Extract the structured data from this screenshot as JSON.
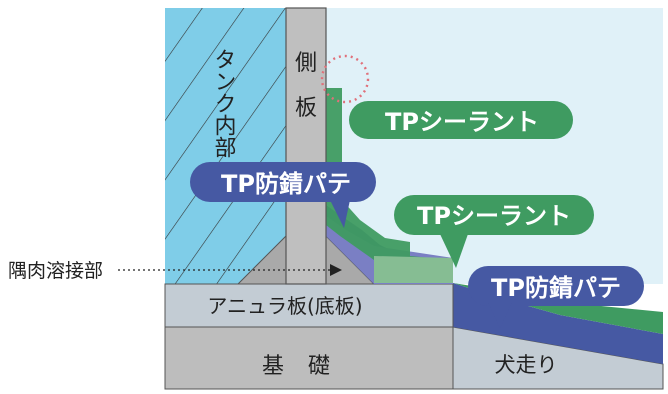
{
  "labels": {
    "tank_interior": "タンク内部",
    "side_plate_1": "側",
    "side_plate_2": "板",
    "fillet_weld": "隅肉溶接部",
    "annular_plate": "アニュラ板(底板)",
    "foundation_1": "基",
    "foundation_2": "礎",
    "berm": "犬走り"
  },
  "callouts": {
    "sealant_upper": "TPシーラント",
    "sealant_lower": "TPシーラント",
    "antirust_upper": "TP防錆パテ",
    "antirust_lower": "TP防錆パテ"
  },
  "colors": {
    "sky": "#e0f1f8",
    "tank_hatch_bg": "#7fcde8",
    "steel": "#bfbfbf",
    "annular": "#c3ccd4",
    "foundation": "#bdbdbd",
    "berm": "#8c9db0",
    "sealant_green": "#3f9b61",
    "sealant_light": "#86bd93",
    "antirust_blue": "#4659a3",
    "putty_purple": "#7a7fc4",
    "highlight_circle": "#e0707a"
  }
}
